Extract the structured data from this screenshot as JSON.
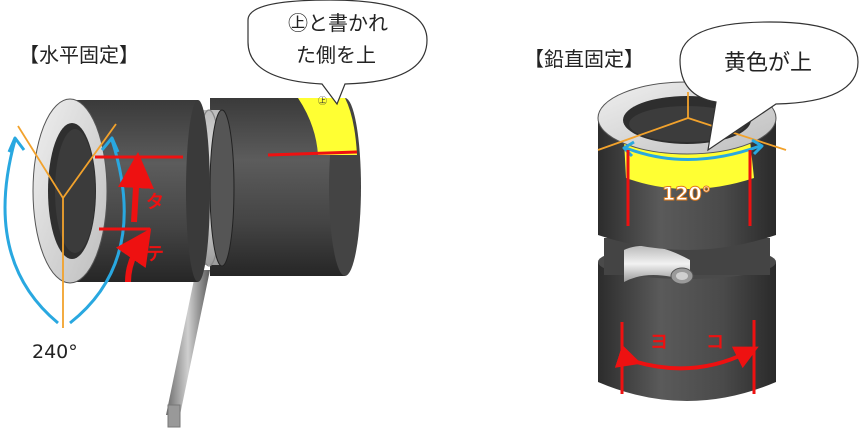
{
  "horizontal": {
    "title": "【水平固定】",
    "callout_line1": "㊤と書かれ",
    "callout_line2": "た側を上",
    "angle_label": "240°",
    "mark_ta": "タ",
    "mark_te": "テ"
  },
  "vertical": {
    "title": "【鉛直固定】",
    "callout": "黄色が上",
    "angle_label": "120°",
    "mark_yo": "ヨ",
    "mark_ko": "コ"
  },
  "colors": {
    "body": "#4a4a4a",
    "highlight": "#ffff33",
    "marker": "#ee1111",
    "axis": "#f2a22c",
    "arc": "#29a8e0"
  }
}
